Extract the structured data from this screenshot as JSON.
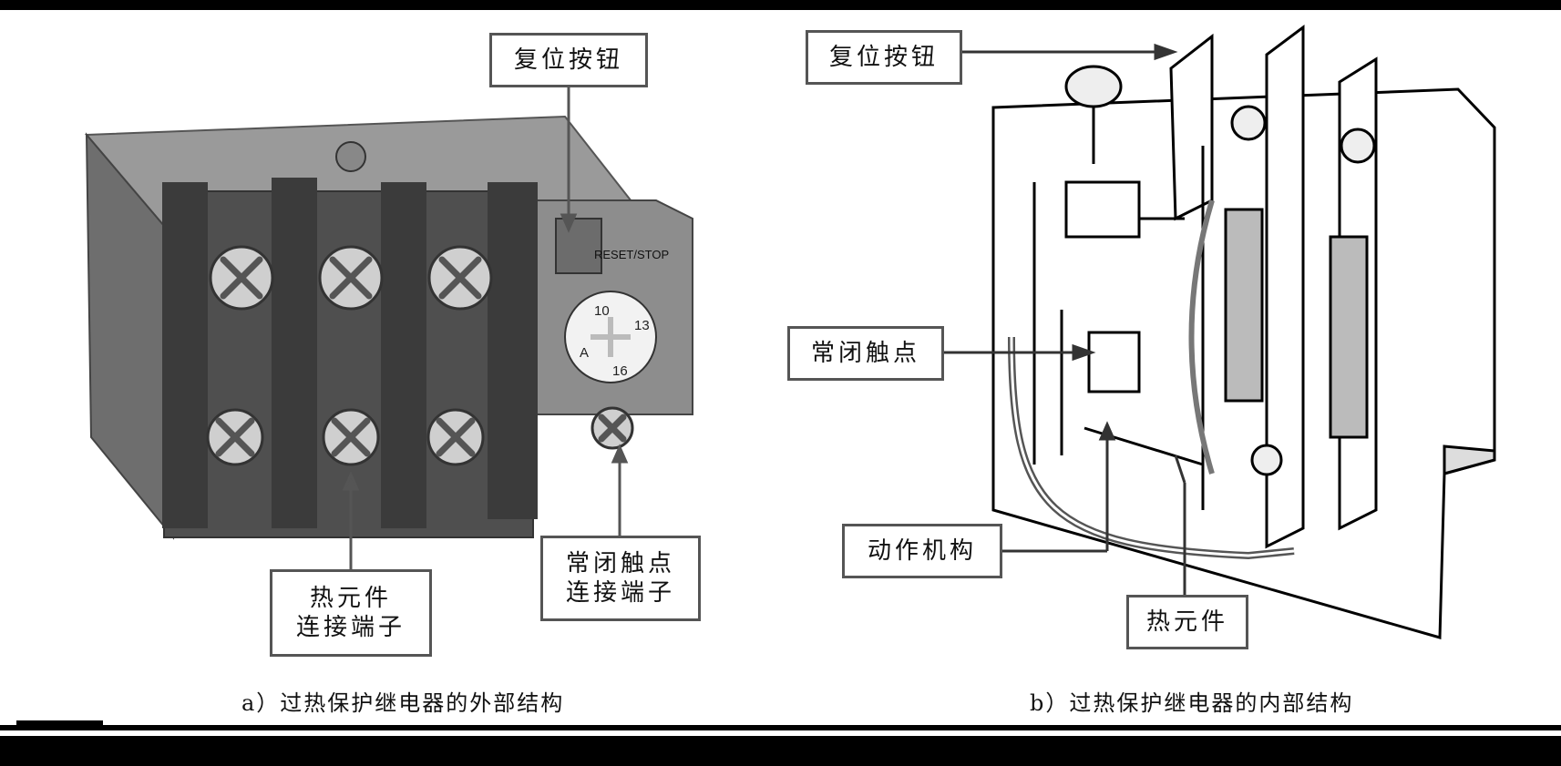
{
  "left": {
    "reset_button": "复位按钮",
    "nc_terminal": [
      "常闭触点",
      "连接端子"
    ],
    "heat_terminal": [
      "热元件",
      "连接端子"
    ],
    "dial_text": [
      "10",
      "13",
      "16",
      "A"
    ],
    "reset_stop_text": "RESET/STOP",
    "caption": "a）过热保护继电器的外部结构"
  },
  "right": {
    "reset_button": "复位按钮",
    "nc_contact": "常闭触点",
    "mechanism": "动作机构",
    "heat_element": "热元件",
    "caption": "b）过热保护继电器的内部结构"
  }
}
